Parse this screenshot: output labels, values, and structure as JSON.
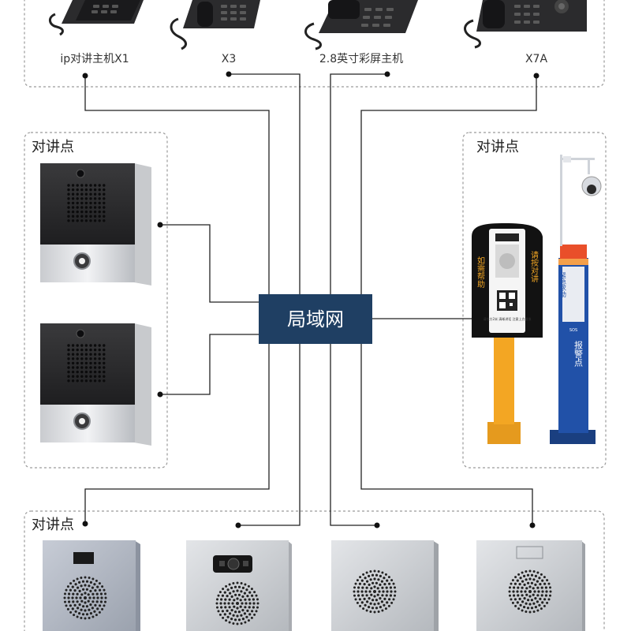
{
  "phones": [
    {
      "label": "ip对讲主机X1"
    },
    {
      "label": "X3"
    },
    {
      "label": "2.8英寸彩屏主机"
    },
    {
      "label": "X7A"
    }
  ],
  "groups": {
    "left": "对讲点",
    "right": "对讲点",
    "bottom": "对讲点"
  },
  "hub": {
    "label": "局域网",
    "color": "#1f3f63"
  },
  "kiosk": {
    "left_text": "如需帮助",
    "right_text": "请按对讲",
    "small_text": "请在方2米 清晰讲话 注意上方摄像"
  },
  "pole": {
    "upper_text": "紧急求助",
    "lower_text": "报警点",
    "sos": "SOS"
  }
}
